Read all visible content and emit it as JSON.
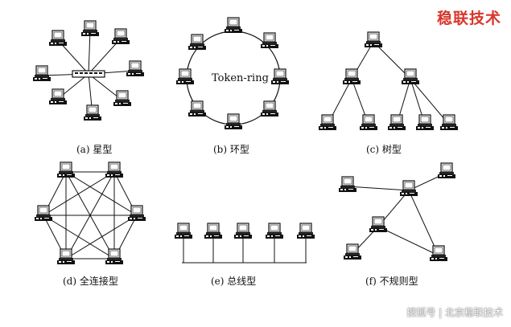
{
  "brand_text": "稳联技术",
  "watermark_text": "搜狐号 | 北京稳联技术",
  "ring_label": "Token-ring",
  "captions": {
    "star": "(a) 星型",
    "ring": "(b) 环型",
    "tree": "(c) 树型",
    "mesh": "(d) 全连接型",
    "bus": "(e) 总线型",
    "irregular": "(f) 不规则型"
  },
  "icon_names": [
    "computer-icon",
    "hub-icon"
  ]
}
